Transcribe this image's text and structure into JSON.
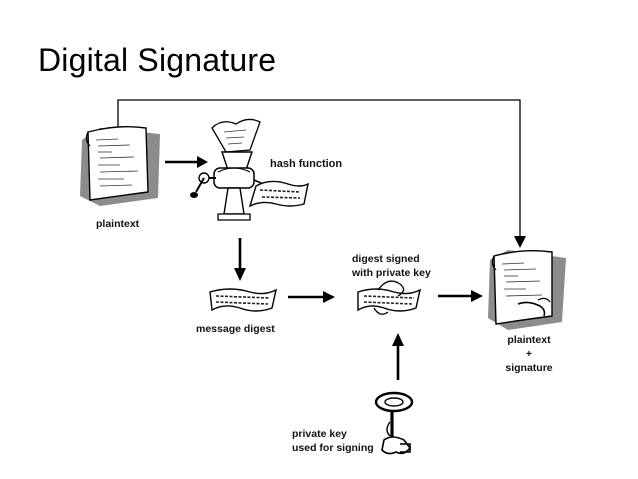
{
  "title": "Digital Signature",
  "labels": {
    "plaintext": "plaintext",
    "hash_function": "hash function",
    "message_digest": "message digest",
    "digest_signed_line1": "digest signed",
    "digest_signed_line2": "with private key",
    "plaintext_signature_line1": "plaintext",
    "plaintext_signature_line2": "+",
    "plaintext_signature_line3": "signature",
    "private_key_line1": "private key",
    "private_key_line2": "used for signing"
  },
  "icons": {
    "plaintext": "plaintext-document-icon",
    "hash": "meat-grinder-icon",
    "digest": "digest-ribbon-icon",
    "signed": "signed-digest-icon",
    "output": "signed-document-icon",
    "key": "key-icon"
  },
  "colors": {
    "ink": "#000000",
    "shadow": "#8c8c8c",
    "paper": "#ffffff"
  }
}
